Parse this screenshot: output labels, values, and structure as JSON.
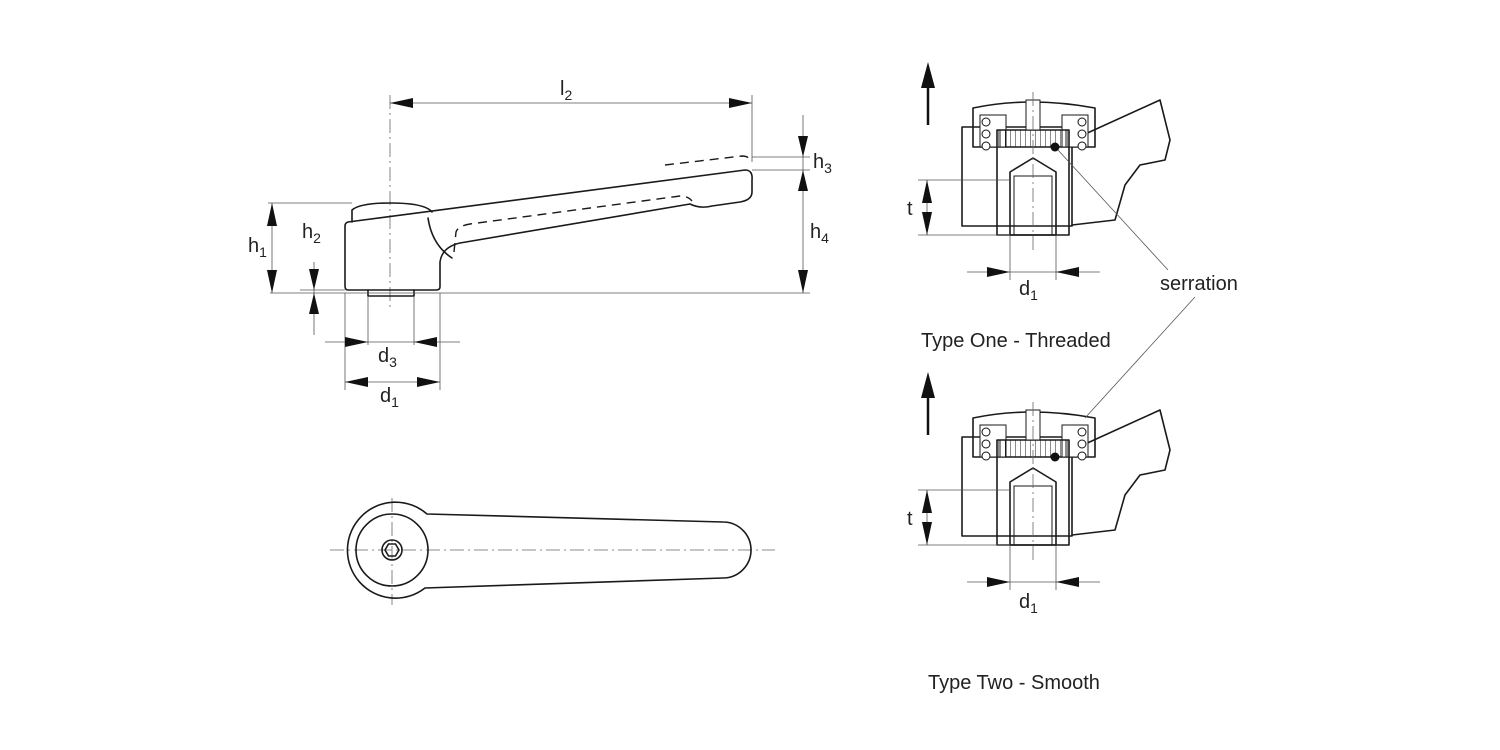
{
  "dimensions": {
    "l2": {
      "main": "l",
      "sub": "2"
    },
    "h1": {
      "main": "h",
      "sub": "1"
    },
    "h2": {
      "main": "h",
      "sub": "2"
    },
    "h3": {
      "main": "h",
      "sub": "3"
    },
    "h4": {
      "main": "h",
      "sub": "4"
    },
    "d3": {
      "main": "d",
      "sub": "3"
    },
    "d1": {
      "main": "d",
      "sub": "1"
    },
    "t": "t"
  },
  "callout": "serration",
  "captions": {
    "type_one": "Type One - Threaded",
    "type_two": "Type Two - Smooth"
  }
}
